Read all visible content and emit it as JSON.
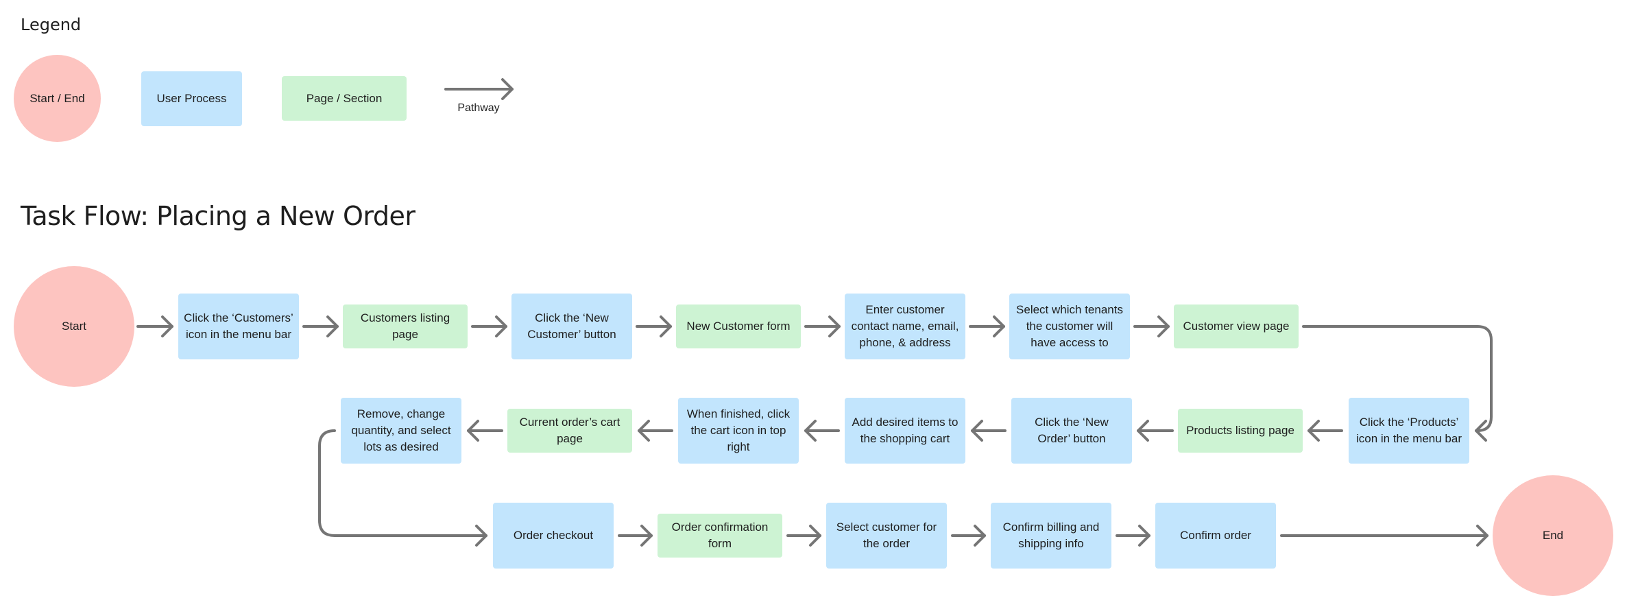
{
  "legend": {
    "title": "Legend",
    "start_end": "Start / End",
    "user_process": "User Process",
    "page_section": "Page / Section",
    "pathway": "Pathway"
  },
  "flow": {
    "title": "Task Flow: Placing a New Order",
    "row1": [
      "Start",
      "Click the ‘Customers’ icon in the menu bar",
      "Customers listing page",
      "Click the ‘New Customer’ button",
      "New Customer form",
      "Enter customer contact name, email, phone, & address",
      "Select which tenants the customer will have access to",
      "Customer view page"
    ],
    "row2": [
      "Click the ‘Products’ icon in the menu bar",
      "Products listing page",
      "Click the ‘New Order’ button",
      "Add desired items to the shopping cart",
      "When finished, click the cart icon in top right",
      "Current order’s cart page",
      "Remove, change quantity, and select lots as desired"
    ],
    "row3": [
      "Order checkout",
      "Order confirmation form",
      "Select customer for the order",
      "Confirm billing and shipping info",
      "Confirm order",
      "End"
    ]
  },
  "colors": {
    "user_process": "#c2e5fd",
    "page_section": "#cdf3d3",
    "start_end": "#fdc4c0",
    "connector": "#757575"
  }
}
